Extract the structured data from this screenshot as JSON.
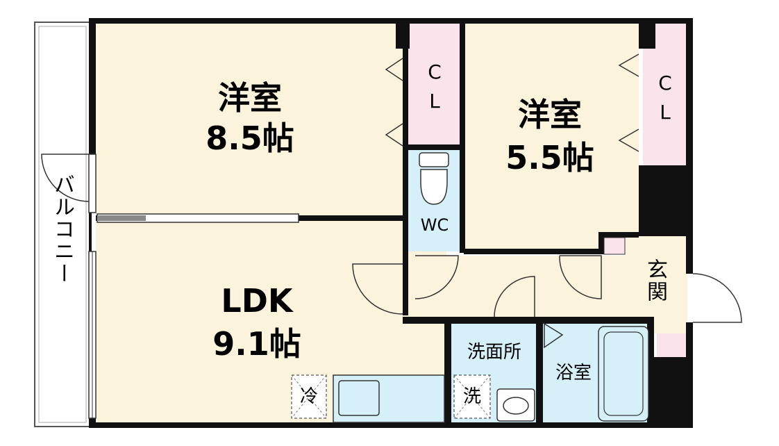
{
  "rooms": {
    "western_large": {
      "name": "洋室",
      "area": "8.5帖"
    },
    "western_small": {
      "name": "洋室",
      "area": "5.5帖"
    },
    "ldk": {
      "name": "LDK",
      "area": "9.1帖"
    },
    "closet_left": {
      "line1": "C",
      "line2": "L"
    },
    "closet_right": {
      "line1": "C",
      "line2": "L"
    },
    "toilet": "WC",
    "entrance": "玄関",
    "washroom": "洗面所",
    "bathroom": "浴室",
    "balcony": "バルコニー"
  },
  "fixtures": {
    "fridge": "冷",
    "washer": "洗"
  },
  "colors": {
    "room_fill": "#fbf3dc",
    "closet_fill": "#fbe3ec",
    "wet_fill": "#d6f0fa",
    "wall": "#111111"
  }
}
